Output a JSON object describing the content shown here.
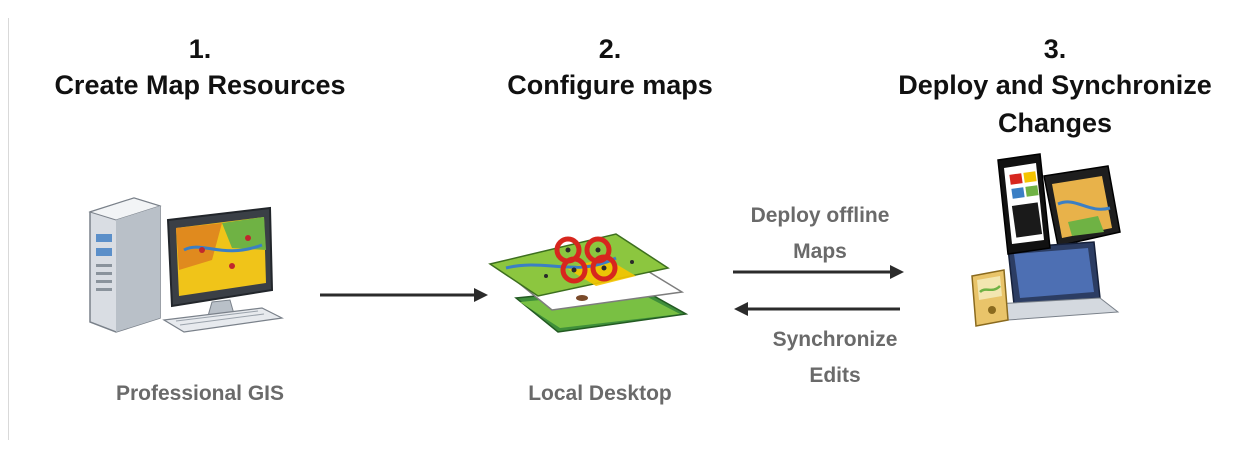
{
  "steps": [
    {
      "number": "1.",
      "title": "Create Map Resources"
    },
    {
      "number": "2.",
      "title": "Configure maps"
    },
    {
      "number": "3.",
      "title": "Deploy and Synchronize Changes"
    }
  ],
  "captions": {
    "professional_gis": "Professional GIS",
    "local_desktop": "Local Desktop"
  },
  "flows": {
    "deploy_line1": "Deploy offline",
    "deploy_line2": "Maps",
    "sync_line1": "Synchronize",
    "sync_line2": "Edits"
  },
  "colors": {
    "arrow": "#2b2b2b",
    "map_green": "#8cc63f",
    "map_red": "#d7261e",
    "map_yellow": "#f5c400"
  },
  "icons": [
    "desktop-computer-icon",
    "map-layers-icon",
    "mobile-devices-icon"
  ]
}
